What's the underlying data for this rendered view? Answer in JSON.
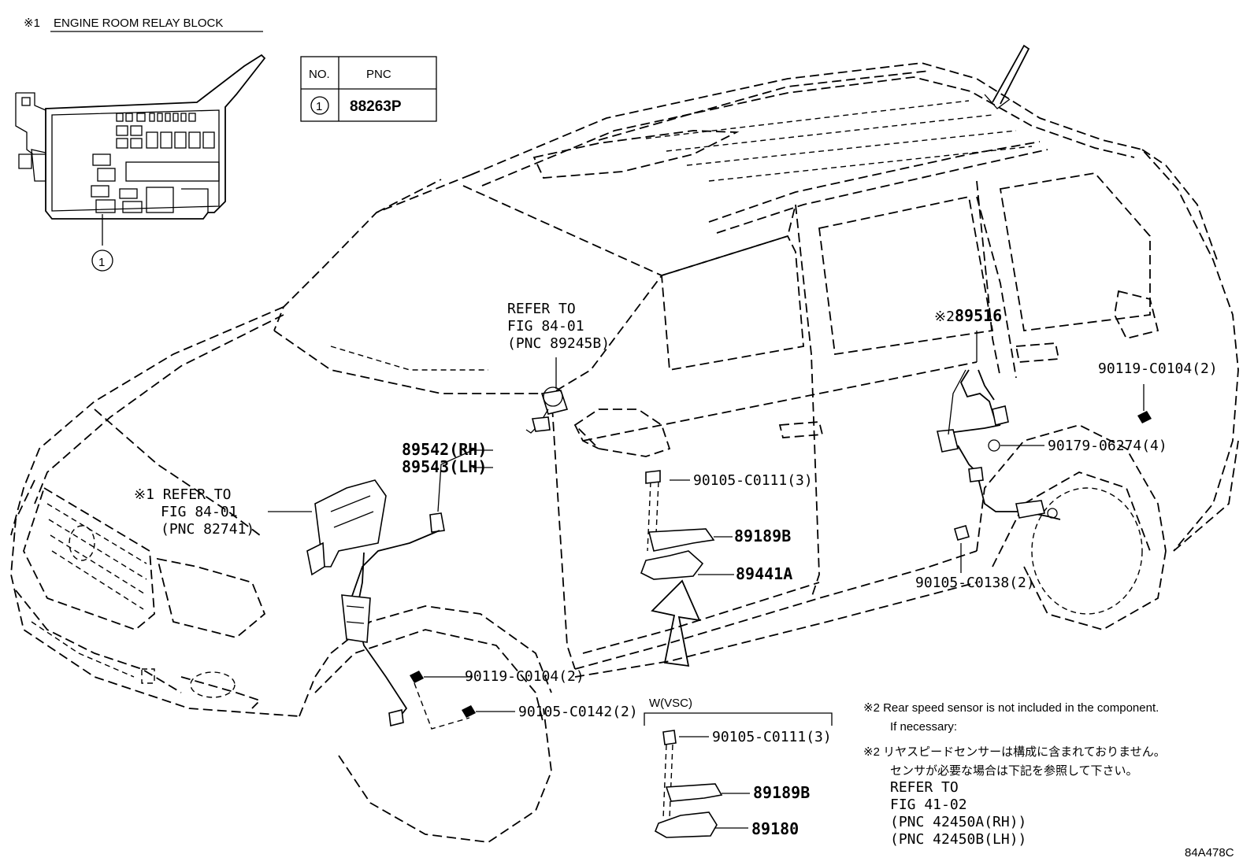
{
  "header": {
    "note1_mark": "※1",
    "note1_title": "ENGINE ROOM RELAY BLOCK"
  },
  "table": {
    "col_no": "NO.",
    "col_pnc": "PNC",
    "row_no": "1",
    "row_pnc": "88263P"
  },
  "relay_callout": "1",
  "refs": {
    "ref_a_l1": "REFER TO",
    "ref_a_l2": "FIG 84-01",
    "ref_a_l3": "(PNC 89245B)",
    "ref_b_l1": "※1 REFER TO",
    "ref_b_l2": "FIG 84-01",
    "ref_b_l3": "(PNC 82741)"
  },
  "parts": {
    "p89542": "89542(RH)",
    "p89543": "89543(LH)",
    "p89516": "※289516",
    "p90119_r": "90119-C0104(2)",
    "p90179": "90179-06274(4)",
    "p90105_c0111": "90105-C0111(3)",
    "p89189b": "89189B",
    "p89441a": "89441A",
    "p90105_c0138": "90105-C0138(2)",
    "p90119_f": "90119-C0104(2)",
    "p90105_c0142": "90105-C0142(2)"
  },
  "vsc": {
    "title": "W(VSC)",
    "p90105": "90105-C0111(3)",
    "p89189b": "89189B",
    "p89180": "89180"
  },
  "notes": {
    "n2_en_l1": "※2 Rear speed sensor is not included in the component.",
    "n2_en_l2": "If necessary:",
    "n2_jp_l1": "※2 リヤスピードセンサーは構成に含まれておりません。",
    "n2_jp_l2": "センサが必要な場合は下記を参照して下さい。",
    "ref_l1": "REFER TO",
    "ref_l2": "FIG 41-02",
    "ref_l3": "(PNC 42450A(RH))",
    "ref_l4": "(PNC 42450B(LH))"
  },
  "figure_code": "84A478C"
}
